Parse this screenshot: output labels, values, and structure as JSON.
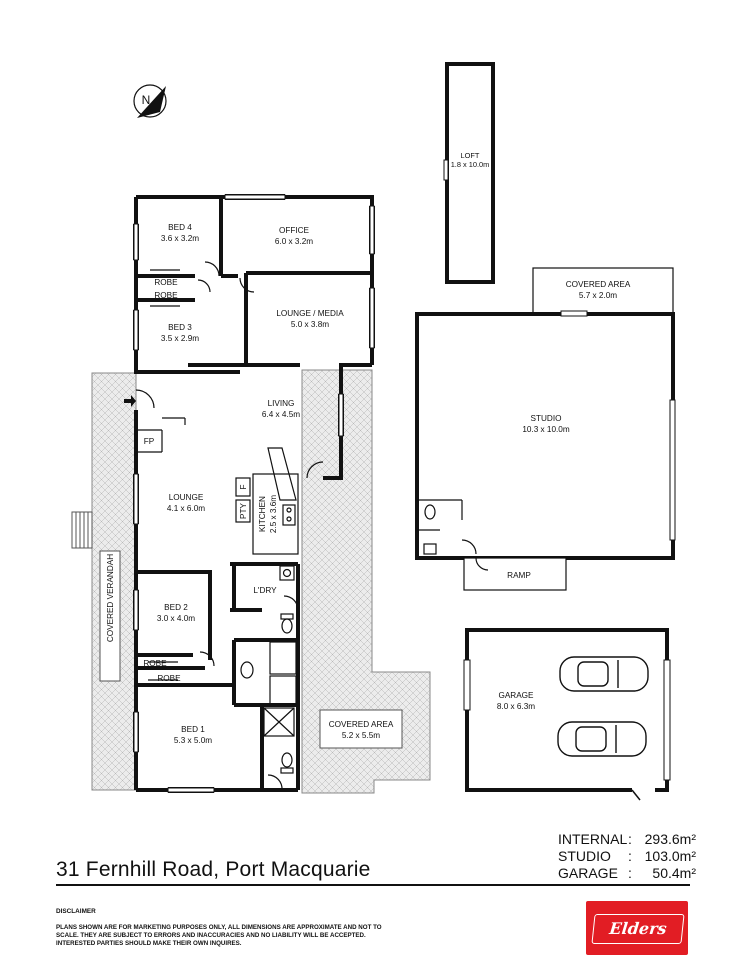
{
  "rooms": {
    "bed4": {
      "name": "BED 4",
      "dims": "3.6 x 3.2m"
    },
    "office": {
      "name": "OFFICE",
      "dims": "6.0 x 3.2m"
    },
    "robe_a": {
      "name": "ROBE"
    },
    "robe_b": {
      "name": "ROBE"
    },
    "bed3": {
      "name": "BED 3",
      "dims": "3.5 x 2.9m"
    },
    "lounge_media": {
      "name": "LOUNGE / MEDIA",
      "dims": "5.0 x 3.8m"
    },
    "living": {
      "name": "LIVING",
      "dims": "6.4 x 4.5m"
    },
    "fp": {
      "name": "FP"
    },
    "lounge": {
      "name": "LOUNGE",
      "dims": "4.1 x 6.0m"
    },
    "pty": {
      "name": "PTY"
    },
    "fridge": {
      "name": "F"
    },
    "kitchen": {
      "name": "KITCHEN",
      "dims": "2.5 x 3.6m"
    },
    "ldry": {
      "name": "L'DRY"
    },
    "bed2": {
      "name": "BED 2",
      "dims": "3.0 x 4.0m"
    },
    "robe_c": {
      "name": "ROBE"
    },
    "robe_d": {
      "name": "ROBE"
    },
    "bed1": {
      "name": "BED 1",
      "dims": "5.3 x 5.0m"
    },
    "covered_area_main": {
      "name": "COVERED AREA",
      "dims": "5.2 x 5.5m"
    },
    "covered_verandah": {
      "name": "COVERED VERANDAH"
    },
    "loft": {
      "name": "LOFT",
      "dims": "1.8 x 10.0m"
    },
    "covered_area_studio": {
      "name": "COVERED AREA",
      "dims": "5.7 x 2.0m"
    },
    "studio": {
      "name": "STUDIO",
      "dims": "10.3 x 10.0m"
    },
    "ramp": {
      "name": "RAMP"
    },
    "garage": {
      "name": "GARAGE",
      "dims": "8.0 x 6.3m"
    }
  },
  "compass": {
    "label": "N"
  },
  "address": "31 Fernhill Road, Port Macquarie",
  "areas": [
    {
      "label": "INTERNAL",
      "sep": ":",
      "value": "293.6m²"
    },
    {
      "label": "STUDIO",
      "sep": ":",
      "value": "103.0m²"
    },
    {
      "label": "GARAGE",
      "sep": ":",
      "value": "50.4m²"
    }
  ],
  "disclaimer": {
    "title": "DISCLAIMER",
    "body": "Plans shown are for marketing purposes only, all dimensions are approximate and not to scale. They are subject to errors and inaccuracies and no liability will be accepted. Interested parties should make their own inquires."
  },
  "brand": {
    "name": "Elders",
    "color": "#e21d24"
  }
}
